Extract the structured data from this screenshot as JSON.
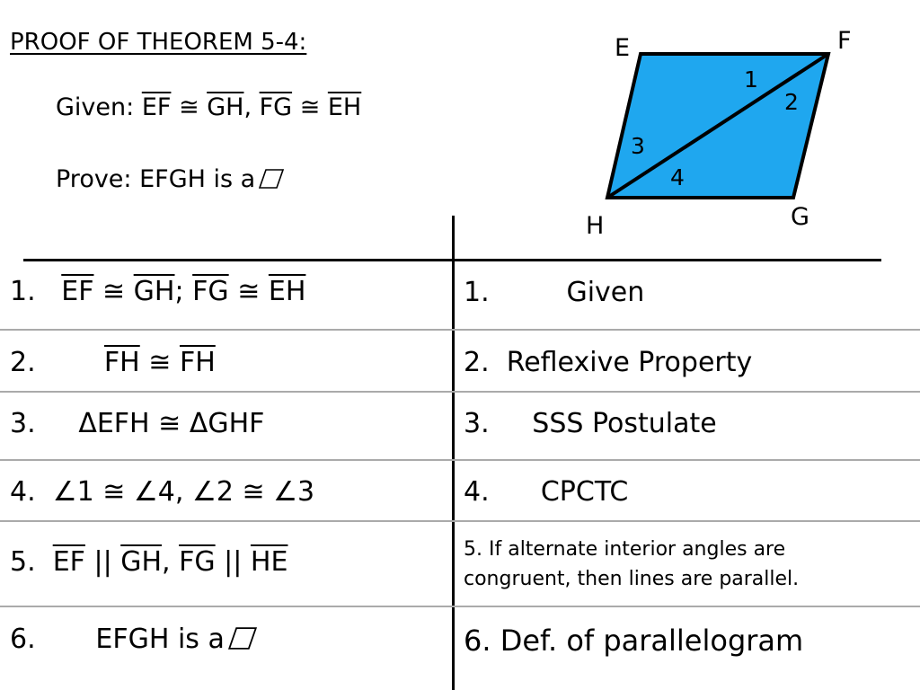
{
  "header": {
    "title": "PROOF OF THEOREM 5-4:",
    "given_prefix": "Given: ",
    "given_seg1": "EF",
    "given_cong1": " ≅ ",
    "given_seg2": "GH",
    "given_sep": ", ",
    "given_seg3": "FG",
    "given_cong2": " ≅ ",
    "given_seg4": "EH",
    "prove_text": "Prove:  EFGH is a"
  },
  "figure": {
    "fill_color": "#1fa7ef",
    "vertices": [
      "E",
      "F",
      "G",
      "H"
    ],
    "angles": [
      "1",
      "2",
      "3",
      "4"
    ]
  },
  "proof": {
    "rows": [
      {
        "statement_num": "1.",
        "statement_parts": [
          "EF",
          " ≅ ",
          "GH",
          "; ",
          "FG",
          " ≅ ",
          "EH"
        ],
        "reason": "1.         Given"
      },
      {
        "statement_num": "2.",
        "statement_parts": [
          "FH",
          " ≅ ",
          "FH"
        ],
        "reason": "2.  Reflexive Property"
      },
      {
        "statement_num": "3.",
        "statement": "ΔEFH ≅ ΔGHF",
        "reason": "3.     SSS Postulate"
      },
      {
        "statement_num": "4.",
        "statement": "∠1 ≅ ∠4, ∠2 ≅ ∠3",
        "reason": "4.      CPCTC"
      },
      {
        "statement_num": "5.",
        "statement_parts": [
          "EF",
          " || ",
          "GH",
          ", ",
          "FG",
          " || ",
          "HE"
        ],
        "reason": "5. If alternate interior angles are congruent, then lines are parallel."
      },
      {
        "statement_num": "6.",
        "statement": "EFGH is a",
        "reason": "6. Def. of parallelogram"
      }
    ]
  }
}
